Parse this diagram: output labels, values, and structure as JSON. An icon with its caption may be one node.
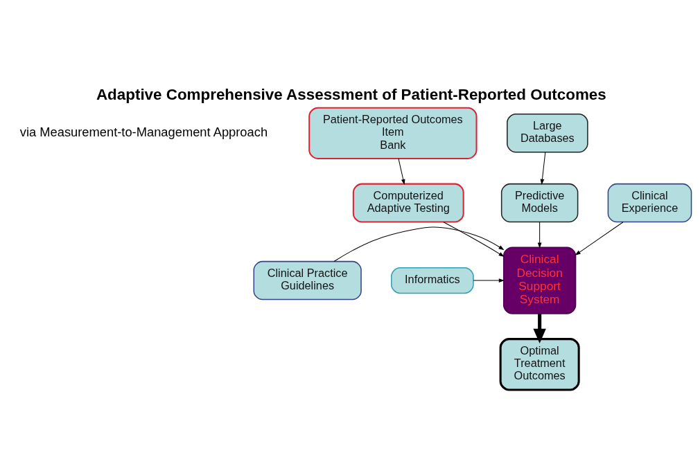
{
  "diagram": {
    "title": "Adaptive Comprehensive Assessment of Patient-Reported Outcomes",
    "nodes": [
      {
        "text": [
          "Patient-Reported Outcomes Item Bank"
        ]
      },
      {
        "text": [
          "Computerized Adaptive Testing"
        ]
      },
      {
        "text": [
          "Large Databases"
        ]
      },
      {
        "text": [
          "Predictive Models"
        ]
      },
      {
        "text": [
          "Clinical Decision Support System"
        ]
      },
      {
        "text": [
          "Clinical Practice Guidelines"
        ]
      },
      {
        "text": [
          "Clinical Experience"
        ]
      },
      {
        "text": [
          "Informatics"
        ]
      },
      {
        "text": [
          "Optimal Treatment Outcomes"
        ]
      }
    ],
    "edges": [
      {
        "from": 0,
        "to": 1,
        "arrow": "to"
      },
      {
        "from": 1,
        "to": 4,
        "arrow": "to"
      },
      {
        "from": 2,
        "to": 3,
        "arrow": "to"
      },
      {
        "from": 3,
        "to": 4,
        "arrow": "to"
      },
      {
        "from": 5,
        "to": 4,
        "arrow": "to"
      },
      {
        "from": 6,
        "to": 4,
        "arrow": "to"
      },
      {
        "from": 7,
        "to": 4,
        "arrow": "to"
      },
      {
        "from": 4,
        "to": 8,
        "arrow": "to",
        "style": "thick"
      }
    ],
    "labels": [
      "via Measurement-to-Management Approach"
    ]
  }
}
